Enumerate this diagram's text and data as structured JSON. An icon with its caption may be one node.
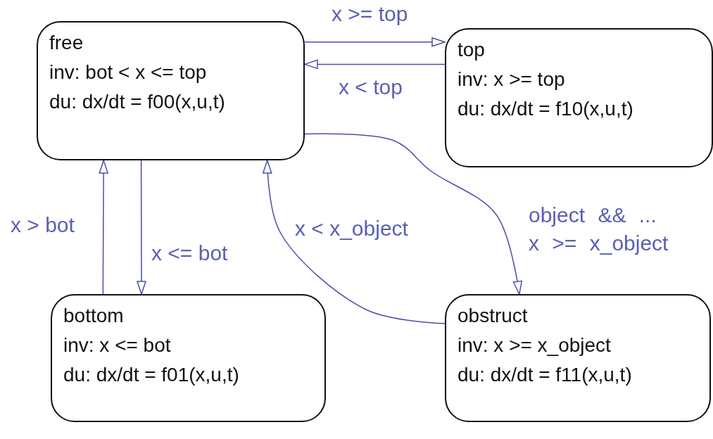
{
  "diagram": {
    "nodes": [
      {
        "text": [
          "free",
          "inv: bot < x <= top",
          "du: dx/dt = f00(x,u,t)"
        ]
      },
      {
        "text": [
          "top",
          "inv: x >= top",
          "du: dx/dt = f10(x,u,t)"
        ]
      },
      {
        "text": [
          "bottom",
          "inv: x <= bot",
          "du: dx/dt = f01(x,u,t)"
        ]
      },
      {
        "text": [
          "obstruct",
          "inv: x >= x_object",
          "du: dx/dt = f11(x,u,t)"
        ]
      }
    ],
    "edges": [
      {
        "from": 0,
        "to": 1,
        "arrow": "to",
        "label": "x >= top"
      },
      {
        "from": 1,
        "to": 0,
        "arrow": "to",
        "label": "x < top"
      },
      {
        "from": 0,
        "to": 2,
        "arrow": "to",
        "label": "x <= bot"
      },
      {
        "from": 2,
        "to": 0,
        "arrow": "to",
        "label": "x > bot"
      },
      {
        "from": 0,
        "to": 3,
        "arrow": "to",
        "label": "object && ... x >= x_object"
      },
      {
        "from": 3,
        "to": 0,
        "arrow": "to",
        "label": "x < x_object"
      }
    ]
  }
}
